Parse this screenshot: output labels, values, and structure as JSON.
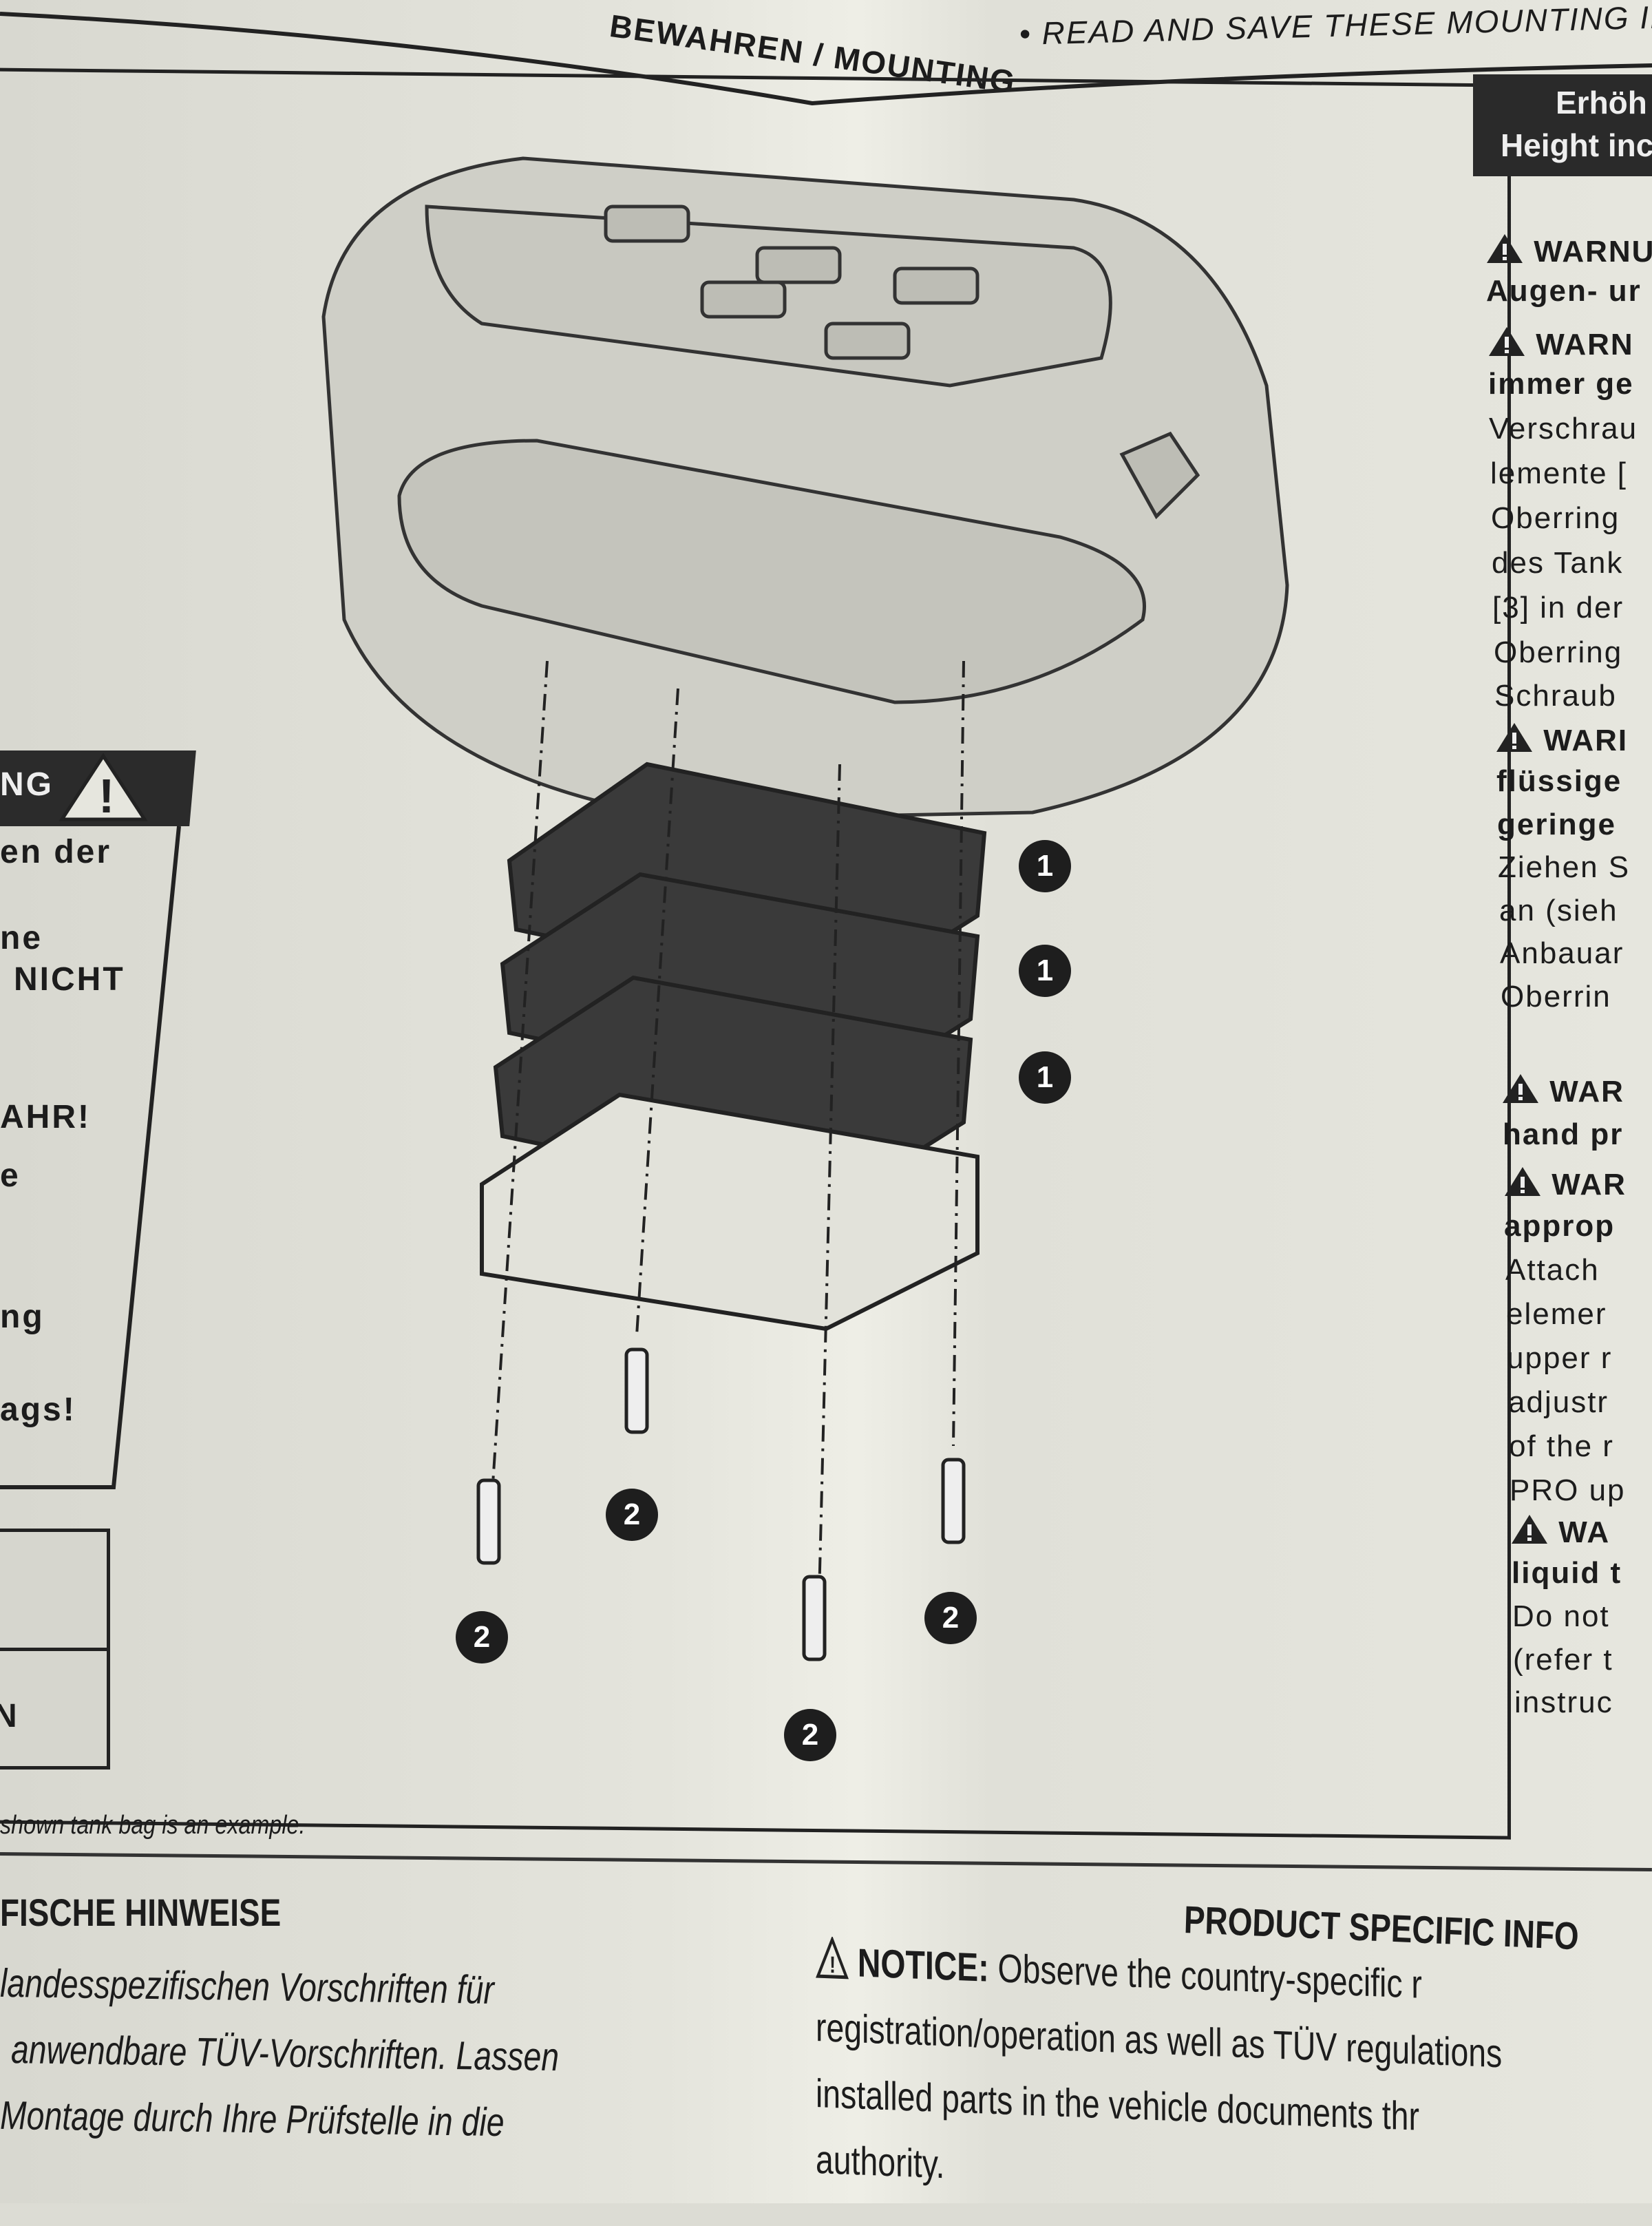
{
  "header_band": {
    "left": "BEWAHREN / MOUNTING",
    "right": "• READ AND SAVE THESE MOUNTING INSTRU"
  },
  "right_column": {
    "title_lines": [
      "Erhöh",
      "Height inc"
    ],
    "lines": [
      {
        "text": "WARNU",
        "bold": true,
        "icon": "warning-triangle-icon"
      },
      {
        "text": "Augen- ur",
        "bold": true
      },
      {
        "text": "WARN",
        "bold": true,
        "icon": "warning-triangle-icon"
      },
      {
        "text": "immer ge",
        "bold": true
      },
      {
        "text": "Verschrau"
      },
      {
        "text": "lemente ["
      },
      {
        "text": "Oberring"
      },
      {
        "text": "des Tank"
      },
      {
        "text": "[3] in der"
      },
      {
        "text": "Oberring"
      },
      {
        "text": "Schraub"
      },
      {
        "text": "WARI",
        "bold": true,
        "icon": "warning-triangle-icon"
      },
      {
        "text": "flüssige",
        "bold": true
      },
      {
        "text": "geringe",
        "bold": true
      },
      {
        "text": "Ziehen S"
      },
      {
        "text": "an (sieh"
      },
      {
        "text": "Anbauar"
      },
      {
        "text": "Oberrin"
      },
      {
        "text": "WAR",
        "bold": true,
        "icon": "warning-triangle-icon"
      },
      {
        "text": "hand pr",
        "bold": true
      },
      {
        "text": "WAR",
        "bold": true,
        "icon": "warning-triangle-icon"
      },
      {
        "text": "approp",
        "bold": true
      },
      {
        "text": "Attach"
      },
      {
        "text": "elemer"
      },
      {
        "text": "upper r"
      },
      {
        "text": "adjustr"
      },
      {
        "text": "of the r"
      },
      {
        "text": "PRO up"
      },
      {
        "text": "WA",
        "bold": true,
        "icon": "warning-triangle-icon"
      },
      {
        "text": "liquid t",
        "bold": true
      },
      {
        "text": "Do not"
      },
      {
        "text": "(refer t"
      },
      {
        "text": "instruc"
      }
    ]
  },
  "left_warning": {
    "header": "NG",
    "lines": [
      "en der",
      "ne",
      "NICHT",
      "AHR!",
      "e",
      "ng",
      "ags!"
    ],
    "table_cell": "N"
  },
  "diagram": {
    "callouts_part1": [
      "1",
      "1",
      "1"
    ],
    "callouts_part2": [
      "2",
      "2",
      "2",
      "2"
    ]
  },
  "caption": "shown tank bag is an example.",
  "bottom_left": {
    "heading": "FISCHE HINWEISE",
    "lines": [
      "landesspezifischen  Vorschriften  für",
      "anwendbare TÜV-Vorschriften. Lassen",
      "Montage durch Ihre Prüfstelle in die"
    ]
  },
  "bottom_right": {
    "heading": "PRODUCT SPECIFIC INFO",
    "notice_label": "NOTICE:",
    "lines": [
      "Observe the country-specific r",
      "registration/operation as well as TÜV regulations",
      "installed parts in the vehicle documents thr",
      "authority."
    ]
  }
}
